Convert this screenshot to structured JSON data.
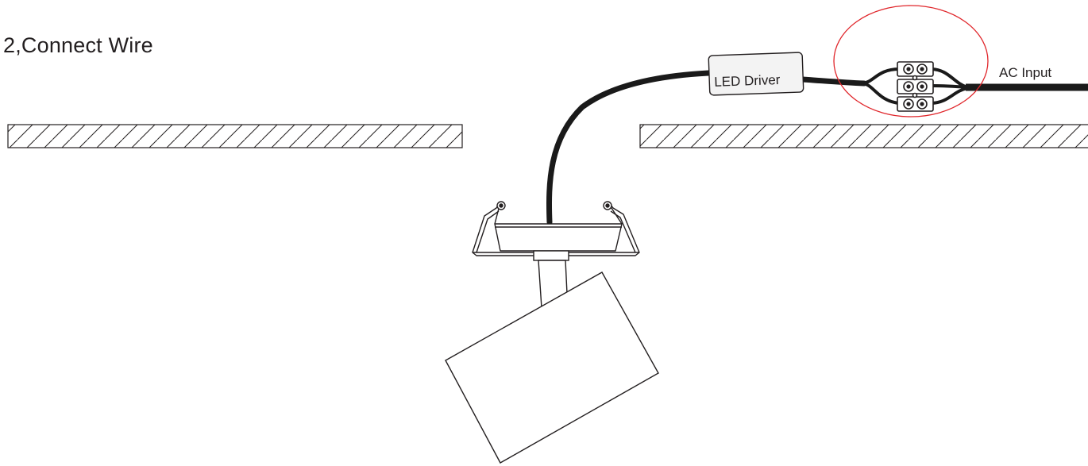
{
  "title": "2,Connect Wire",
  "labels": {
    "driver": "LED Driver",
    "ac_input": "AC Input"
  },
  "colors": {
    "line": "#231f20",
    "cable": "#1a1a1a",
    "highlight_circle": "#e0262b"
  }
}
